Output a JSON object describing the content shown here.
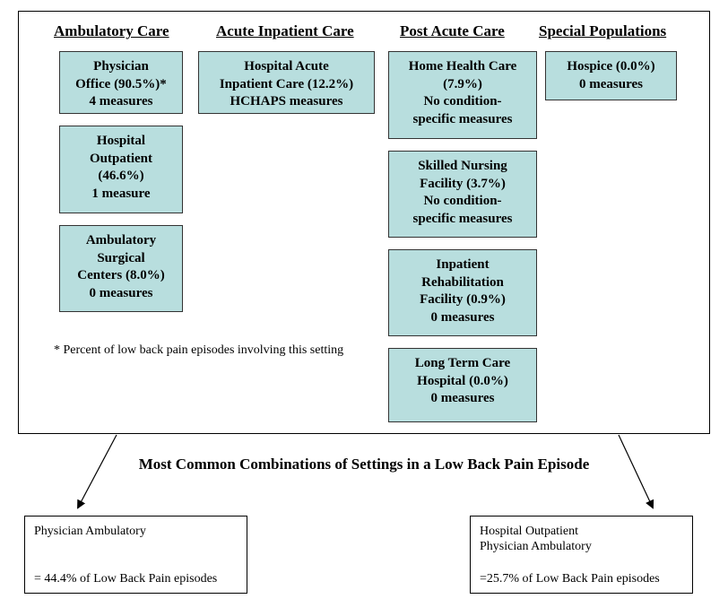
{
  "columns": {
    "ambulatory": "Ambulatory Care",
    "acute": "Acute Inpatient Care",
    "postacute": "Post Acute Care",
    "special": "Special Populations"
  },
  "boxes": {
    "physician_office": [
      "Physician",
      "Office (90.5%)*",
      "4 measures"
    ],
    "hospital_outpatient": [
      "Hospital",
      "Outpatient",
      "(46.6%)",
      "1 measure"
    ],
    "ambulatory_surgical": [
      "Ambulatory",
      "Surgical",
      "Centers (8.0%)",
      "0 measures"
    ],
    "hospital_acute": [
      "Hospital Acute",
      "Inpatient Care (12.2%)",
      "HCHAPS measures"
    ],
    "home_health": [
      "Home Health Care",
      "(7.9%)",
      "No condition-",
      "specific measures"
    ],
    "skilled_nursing": [
      "Skilled Nursing",
      "Facility (3.7%)",
      "No condition-",
      "specific measures"
    ],
    "inpatient_rehab": [
      "Inpatient",
      "Rehabilitation",
      "Facility (0.9%)",
      "0 measures"
    ],
    "long_term_care": [
      "Long Term Care",
      "Hospital (0.0%)",
      "0 measures"
    ],
    "hospice": [
      "Hospice (0.0%)",
      "0 measures"
    ]
  },
  "footnote": "* Percent of low back pain episodes involving this setting",
  "combinations": {
    "title": "Most Common Combinations of Settings in a Low Back Pain Episode",
    "left": {
      "lines": [
        "Physician Ambulatory"
      ],
      "pct": "= 44.4% of Low Back Pain episodes"
    },
    "right": {
      "lines": [
        "Hospital Outpatient",
        "Physician Ambulatory"
      ],
      "pct": "=25.7% of Low Back Pain episodes"
    }
  }
}
